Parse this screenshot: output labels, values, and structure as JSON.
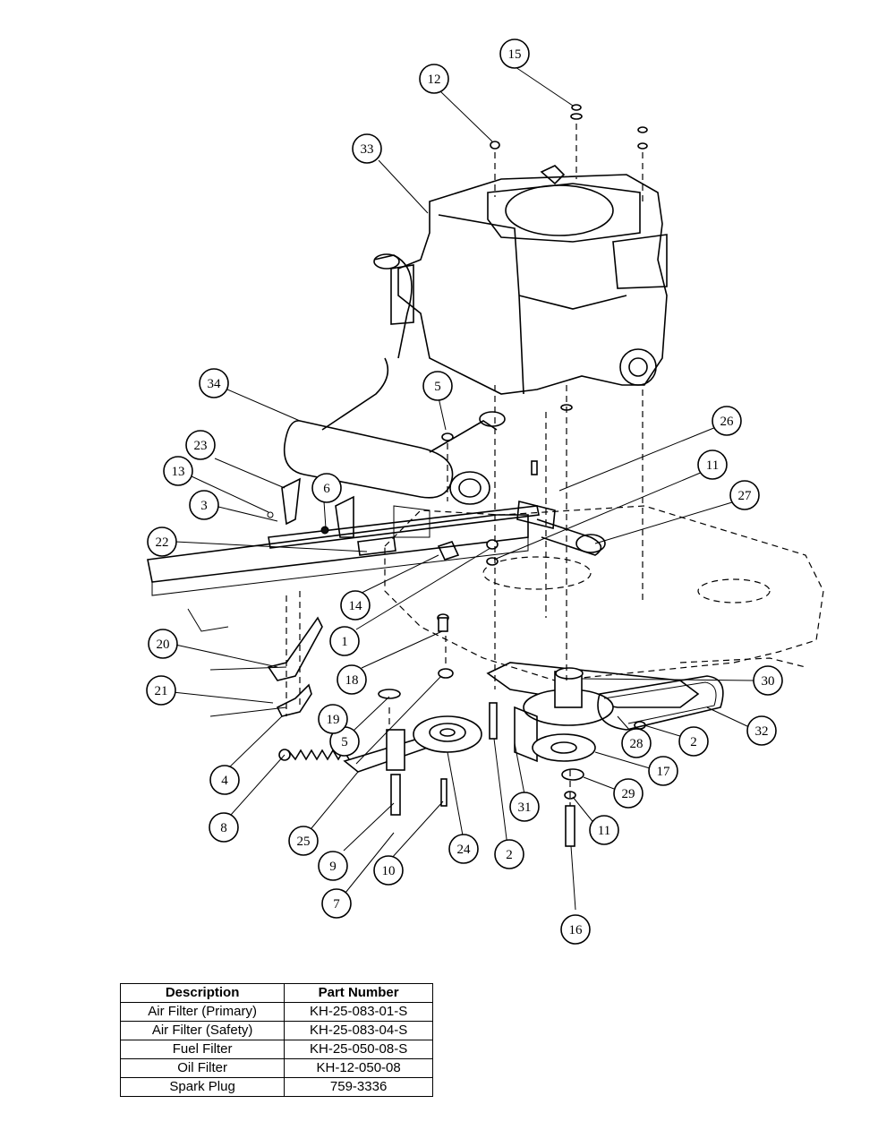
{
  "callouts": [
    "1",
    "2",
    "2",
    "3",
    "4",
    "5",
    "5",
    "6",
    "7",
    "8",
    "9",
    "10",
    "11",
    "11",
    "12",
    "13",
    "14",
    "15",
    "16",
    "17",
    "18",
    "19",
    "20",
    "21",
    "22",
    "23",
    "24",
    "25",
    "26",
    "27",
    "28",
    "29",
    "30",
    "31",
    "32",
    "33",
    "34"
  ],
  "table": {
    "headers": [
      "Description",
      "Part Number"
    ],
    "rows": [
      [
        "Air Filter (Primary)",
        "KH-25-083-01-S"
      ],
      [
        "Air Filter (Safety)",
        "KH-25-083-04-S"
      ],
      [
        "Fuel Filter",
        "KH-25-050-08-S"
      ],
      [
        "Oil Filter",
        "KH-12-050-08"
      ],
      [
        "Spark Plug",
        "759-3336"
      ]
    ]
  }
}
